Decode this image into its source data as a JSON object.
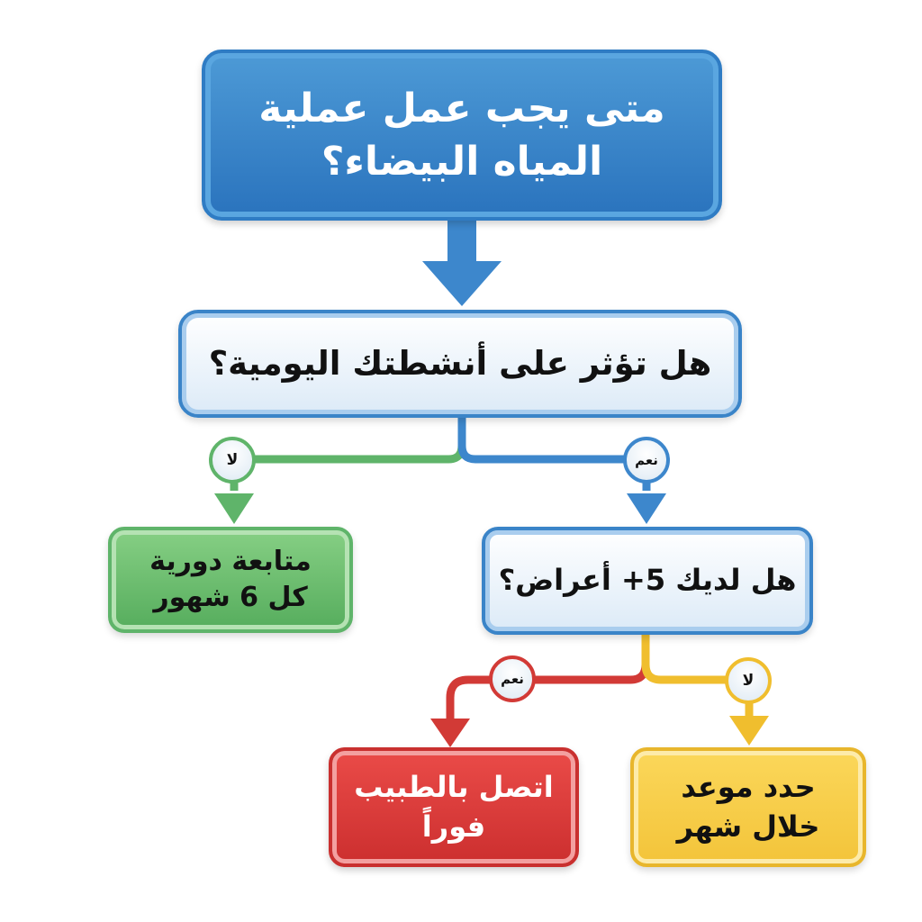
{
  "diagram": {
    "type": "decision-flowchart",
    "language": "ar",
    "root": {
      "line1": "متى يجب عمل عملية",
      "line2": "المياه البيضاء؟",
      "color": "#2f7cc4"
    },
    "question1": {
      "text": "هل تؤثر على أنشطتك اليومية؟",
      "color": "#3a84c8"
    },
    "branch1_no": {
      "label": "لا",
      "color": "#5fb46a",
      "result": {
        "line1": "متابعة دورية",
        "line2": "كل 6 شهور"
      }
    },
    "branch1_yes": {
      "label": "نعم",
      "color": "#3a84c8"
    },
    "question2": {
      "text": "هل لديك 5+ أعراض؟",
      "color": "#3a84c8"
    },
    "branch2_yes": {
      "label": "نعم",
      "color": "#d23a36",
      "result": {
        "line1": "اتصل بالطبيب",
        "line2": "فوراً"
      }
    },
    "branch2_no": {
      "label": "لا",
      "color": "#f0be2e",
      "result": {
        "line1": "حدد موعد",
        "line2": "خلال شهر"
      }
    }
  }
}
